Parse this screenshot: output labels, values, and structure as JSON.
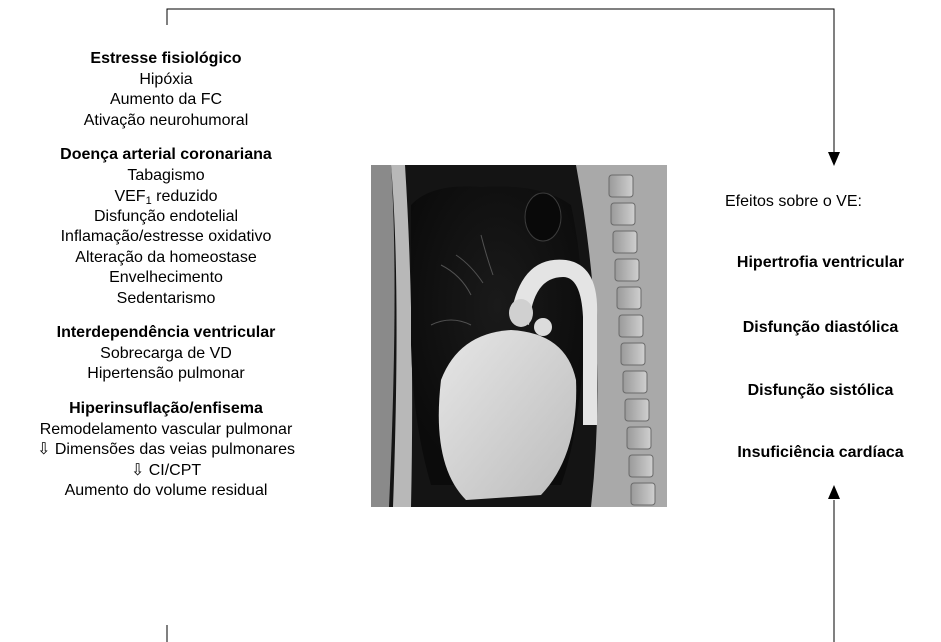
{
  "left_column": {
    "sections": [
      {
        "title": "Estresse fisiológico",
        "items": [
          "Hipóxia",
          "Aumento da FC",
          "Ativação neurohumoral"
        ]
      },
      {
        "title": "Doença arterial coronariana",
        "items": [
          "Tabagismo",
          "VEF|1| reduzido",
          "Disfunção endotelial",
          "Inflamação/estresse oxidativo",
          "Alteração da homeostase",
          "Envelhecimento",
          "Sedentarismo"
        ]
      },
      {
        "title": "Interdependência ventricular",
        "items": [
          "Sobrecarga de VD",
          "Hipertensão pulmonar"
        ]
      },
      {
        "title": "Hiperinsuflação/enfisema",
        "items": [
          "Remodelamento vascular pulmonar",
          "⇩ Dimensões das veias pulmonares",
          "⇩ CI/CPT",
          "Aumento do volume residual"
        ]
      }
    ]
  },
  "right_column": {
    "intro": "Efeitos sobre o VE:",
    "effects": [
      "Hipertrofia ventricular",
      "Disfunção diastólica",
      "Disfunção sistólica",
      "Insuficiência cardíaca"
    ]
  },
  "image": {
    "description_icon": "chest-ct-sagittal-image"
  }
}
